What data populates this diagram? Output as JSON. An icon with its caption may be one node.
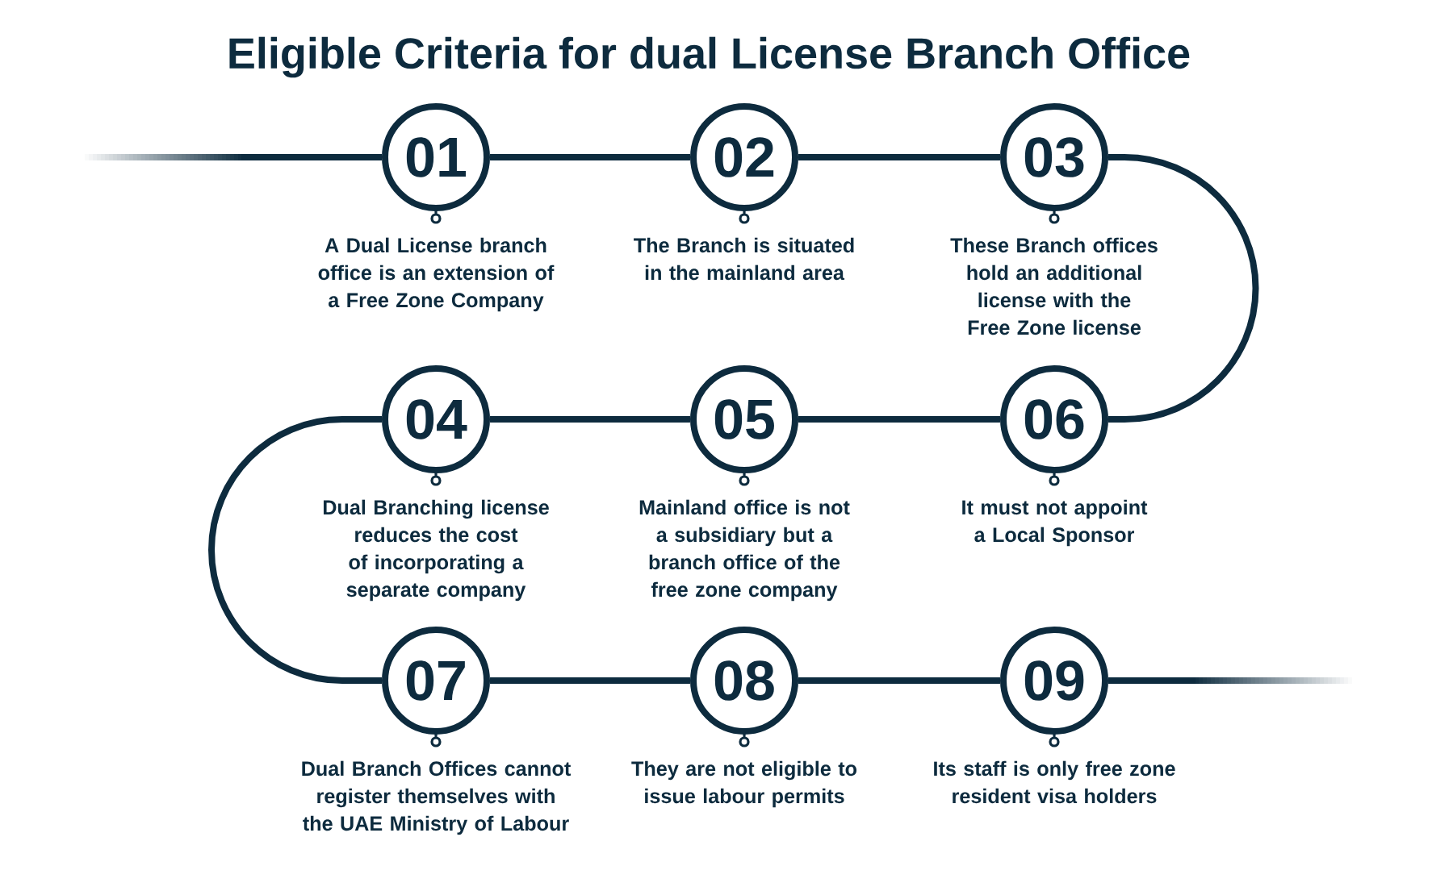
{
  "diagram": {
    "title": "Eligible Criteria for dual License Branch Office",
    "nodes": [
      {
        "text": [
          "01"
        ],
        "beside": [
          "A Dual License branch office is an extension of a Free Zone Company"
        ]
      },
      {
        "text": [
          "02"
        ],
        "beside": [
          "The Branch is situated in the mainland area"
        ]
      },
      {
        "text": [
          "03"
        ],
        "beside": [
          "These Branch offices hold an additional license with the Free Zone license"
        ]
      },
      {
        "text": [
          "04"
        ],
        "beside": [
          "Dual Branching license reduces the cost of incorporating a separate company"
        ]
      },
      {
        "text": [
          "05"
        ],
        "beside": [
          "Mainland office is not a subsidiary but a branch office of the free zone company"
        ]
      },
      {
        "text": [
          "06"
        ],
        "beside": [
          "It must not appoint a Local Sponsor"
        ]
      },
      {
        "text": [
          "07"
        ],
        "beside": [
          "Dual Branch Offices cannot register themselves with the UAE Ministry of Labour"
        ]
      },
      {
        "text": [
          "08"
        ],
        "beside": [
          "They are not eligible to issue labour permits"
        ]
      },
      {
        "text": [
          "09"
        ],
        "beside": [
          "Its staff is only free zone resident visa holders"
        ]
      }
    ],
    "edges": [
      {
        "from": null,
        "to": 0,
        "arrow": "none"
      },
      {
        "from": 0,
        "to": 1,
        "arrow": "none"
      },
      {
        "from": 1,
        "to": 2,
        "arrow": "none"
      },
      {
        "from": 2,
        "to": 5,
        "arrow": "none"
      },
      {
        "from": 5,
        "to": 4,
        "arrow": "none"
      },
      {
        "from": 4,
        "to": 3,
        "arrow": "none"
      },
      {
        "from": 3,
        "to": 6,
        "arrow": "none"
      },
      {
        "from": 6,
        "to": 7,
        "arrow": "none"
      },
      {
        "from": 7,
        "to": 8,
        "arrow": "none"
      },
      {
        "from": 8,
        "to": null,
        "arrow": "none"
      }
    ]
  }
}
